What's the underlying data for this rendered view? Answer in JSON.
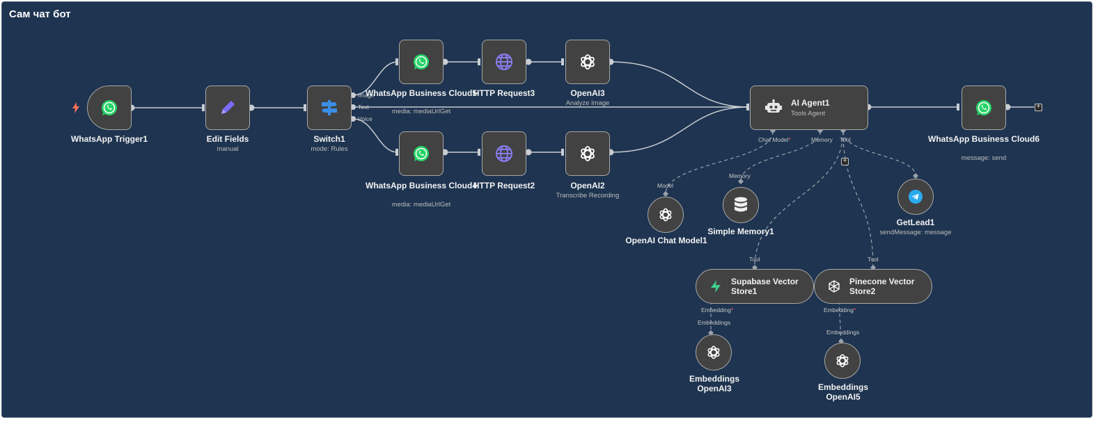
{
  "workflow": {
    "title": "Сам чат бот"
  },
  "nodes": {
    "trigger": {
      "label": "WhatsApp Trigger1",
      "icon": "whatsapp-icon"
    },
    "edit_fields": {
      "label": "Edit Fields",
      "sub": "manual",
      "icon": "pencil-icon"
    },
    "switch": {
      "label": "Switch1",
      "sub": "mode: Rules",
      "icon": "switch-icon",
      "outputs": [
        "Image",
        "Text",
        "Voice"
      ]
    },
    "wa5": {
      "label": "WhatsApp Business Cloud5",
      "sub": "media: mediaUrlGet",
      "icon": "whatsapp-icon"
    },
    "http3": {
      "label": "HTTP Request3",
      "icon": "globe-icon"
    },
    "openai3": {
      "label": "OpenAI3",
      "sub": "Analyze Image",
      "icon": "openai-icon"
    },
    "wa4": {
      "label": "WhatsApp Business Cloud4",
      "sub": "media: mediaUrlGet",
      "icon": "whatsapp-icon"
    },
    "http2": {
      "label": "HTTP Request2",
      "icon": "globe-icon"
    },
    "openai2": {
      "label": "OpenAI2",
      "sub": "Transcribe Recording",
      "icon": "openai-icon"
    },
    "agent": {
      "label": "AI Agent1",
      "sub": "Tools Agent",
      "icon": "robot-icon",
      "ports": [
        "Chat Model",
        "Memory",
        "Tool"
      ]
    },
    "wa6": {
      "label": "WhatsApp Business Cloud6",
      "sub": "message: send",
      "icon": "whatsapp-icon"
    },
    "chat_model": {
      "label": "OpenAI Chat Model1",
      "port": "Model",
      "icon": "openai-icon"
    },
    "memory": {
      "label": "Simple Memory1",
      "port": "Memory",
      "icon": "database-icon"
    },
    "getlead": {
      "label": "GetLead1",
      "sub": "sendMessage: message",
      "icon": "telegram-icon"
    },
    "supabase": {
      "label": "Supabase Vector Store1",
      "port": "Tool",
      "bottom_port": "Embedding",
      "icon": "supabase-icon"
    },
    "pinecone": {
      "label": "Pinecone Vector Store2",
      "port": "Tool",
      "bottom_port": "Embedding",
      "icon": "pinecone-icon"
    },
    "emb3": {
      "label": "Embeddings OpenAI3",
      "port": "Embeddings",
      "icon": "openai-icon"
    },
    "emb5": {
      "label": "Embeddings OpenAI5",
      "port": "Embeddings",
      "icon": "openai-icon"
    }
  },
  "colors": {
    "canvas": "#1e3450",
    "node": "#424242",
    "whatsapp": "#25d366",
    "edit": "#7b6cff",
    "switch": "#3a8ee6",
    "globe": "#8a7cf0",
    "trigger_bolt": "#ff6d5a",
    "required": "#ff5a5a",
    "telegram": "#2aabee",
    "supabase": "#3ecf8e"
  }
}
